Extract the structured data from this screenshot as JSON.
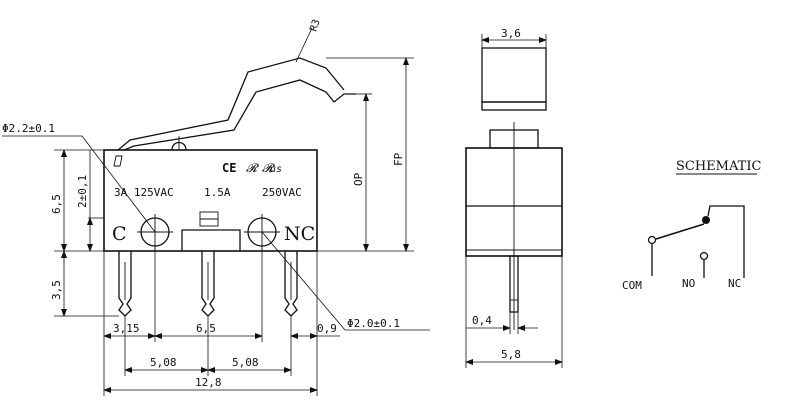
{
  "front_view": {
    "rating_left": "3A 125VAC",
    "rating_mid": "1.5A",
    "rating_right": "250VAC",
    "terminal_c": "C",
    "terminal_nc": "NC",
    "cert_marks": "CE ℛ ℛ",
    "dims": {
      "radius": "R3",
      "hole_large": "Φ2.2±0.1",
      "hole_small": "Φ2.0±0.1",
      "height_body": "6,5",
      "height_to_hole": "2±0,1",
      "pin_length": "3,5",
      "op": "OP",
      "fp": "FP",
      "offset_left": "3,15",
      "pitch_center": "6,5",
      "offset_right": "0,9",
      "pitch_left": "5,08",
      "pitch_right": "5,08",
      "width_total": "12,8"
    }
  },
  "side_view": {
    "dims": {
      "top_width": "3,6",
      "pin_thickness": "0,4",
      "body_width": "5,8"
    }
  },
  "schematic": {
    "title": "SCHEMATIC",
    "label_com": "COM",
    "label_no": "NO",
    "label_nc": "NC"
  }
}
